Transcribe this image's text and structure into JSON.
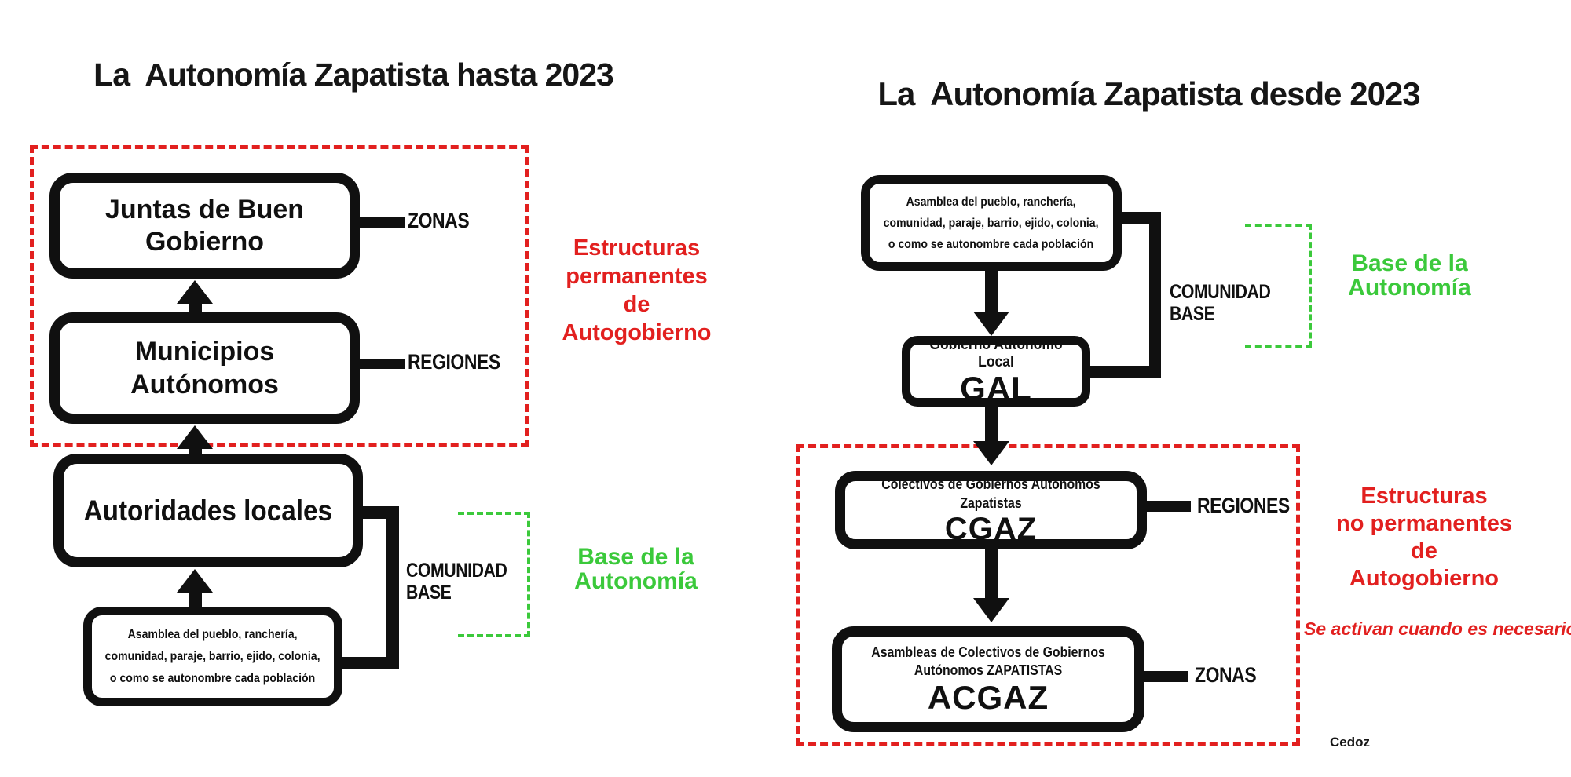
{
  "colors": {
    "red": "#e2201f",
    "green": "#3bc93b",
    "black": "#101010"
  },
  "left": {
    "title": "La  Autonomía Zapatista hasta 2023",
    "juntas_lines": [
      "Juntas de Buen",
      "Gobierno"
    ],
    "zonas_label": "ZONAS",
    "municipios_lines": [
      "Municipios",
      "Autónomos"
    ],
    "regiones_label": "REGIONES",
    "autoridades_label": "Autoridades locales",
    "asamblea_lines": [
      "Asamblea del pueblo, ranchería,",
      "comunidad, paraje, barrio, ejido, colonia,",
      "o como se autonombre cada población"
    ],
    "comunidad_lines": [
      "COMUNIDAD",
      "BASE"
    ],
    "estructuras_note_lines": [
      "Estructuras",
      "permanentes",
      "de",
      "Autogobierno"
    ],
    "base_note_lines": [
      "Base de la",
      "Autonomía"
    ]
  },
  "right": {
    "title": "La  Autonomía Zapatista desde 2023",
    "asamblea_lines": [
      "Asamblea del pueblo, ranchería,",
      "comunidad, paraje, barrio, ejido, colonia,",
      "o como se autonombre cada población"
    ],
    "comunidad_lines": [
      "COMUNIDAD",
      "BASE"
    ],
    "base_note_lines": [
      "Base de la",
      "Autonomía"
    ],
    "gal_subtitle": "Gobierno Autónomo Local",
    "gal_acronym": "GAL",
    "cgaz_subtitle": "Colectivos de Gobiernos Autónomos Zapatistas",
    "cgaz_acronym": "CGAZ",
    "regiones_label": "REGIONES",
    "acgaz_subtitle_lines": [
      "Asambleas de Colectivos de Gobiernos",
      "Autónomos ZAPATISTAS"
    ],
    "acgaz_acronym": "ACGAZ",
    "zonas_label": "ZONAS",
    "estructuras_note_lines": [
      "Estructuras",
      "no permanentes",
      "de",
      "Autogobierno"
    ],
    "activation_note": "Se activan cuando es necesario",
    "credit": "Cedoz"
  }
}
